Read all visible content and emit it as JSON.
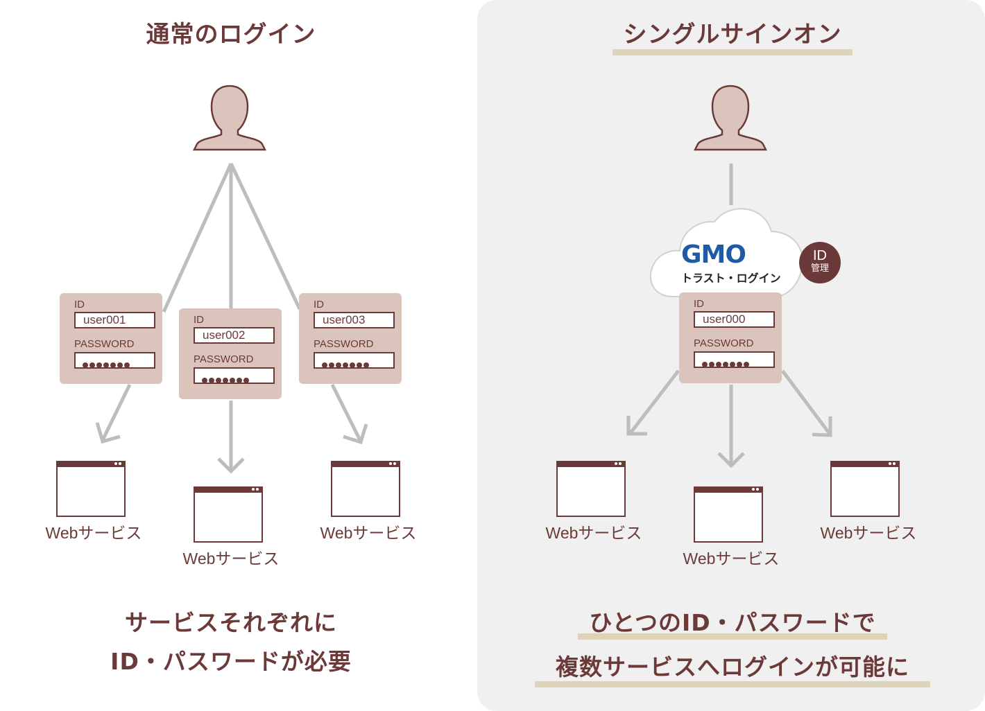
{
  "left": {
    "title": "通常のログイン",
    "cards": [
      {
        "id_label": "ID",
        "id_value": "user001",
        "pw_label": "PASSWORD"
      },
      {
        "id_label": "ID",
        "id_value": "user002",
        "pw_label": "PASSWORD"
      },
      {
        "id_label": "ID",
        "id_value": "user003",
        "pw_label": "PASSWORD"
      }
    ],
    "services": [
      "Webサービス",
      "Webサービス",
      "Webサービス"
    ],
    "caption_line1": "サービスそれぞれに",
    "caption_line2": "ID・パスワードが必要"
  },
  "right": {
    "title": "シングルサインオン",
    "logo_text": "GMO",
    "logo_subtext": "トラスト・ログイン",
    "badge_line1": "ID",
    "badge_line2": "管理",
    "card": {
      "id_label": "ID",
      "id_value": "user000",
      "pw_label": "PASSWORD"
    },
    "services": [
      "Webサービス",
      "Webサービス",
      "Webサービス"
    ],
    "caption_line1": "ひとつのID・パスワードで",
    "caption_line2": "複数サービスへログインが可能に"
  },
  "colors": {
    "accent": "#6b3a38",
    "card": "#dbc4bc",
    "arrow": "#bdbdbd",
    "underline": "#ded3b9",
    "logo": "#1f5aa6"
  }
}
